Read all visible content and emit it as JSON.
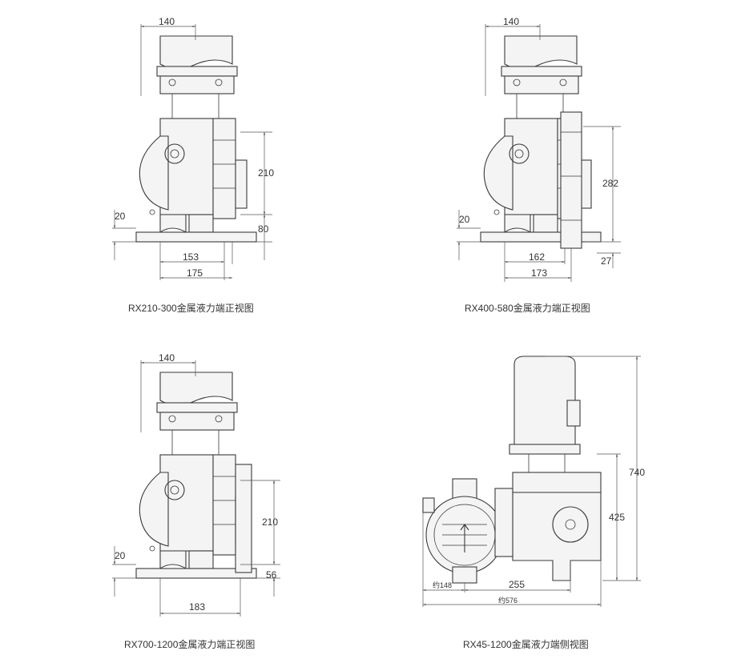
{
  "captions": {
    "view1": "RX210-300金属液力端正视图",
    "view2": "RX400-580金属液力端正视图",
    "view3": "RX700-1200金属液力端正视图",
    "view4": "RX45-1200金属液力端侧视图"
  },
  "view1": {
    "width_top": "140",
    "height_mid": "210",
    "height_low": "80",
    "height_base": "20",
    "width_153": "153",
    "width_175": "175"
  },
  "view2": {
    "width_top": "140",
    "height_mid": "282",
    "height_low": "27",
    "height_base": "20",
    "width_162": "162",
    "width_173": "173"
  },
  "view3": {
    "width_top": "140",
    "height_mid": "210",
    "height_low": "56",
    "height_base": "20",
    "width_183": "183"
  },
  "view4": {
    "height_total": "740",
    "height_425": "425",
    "width_148": "约148",
    "width_255": "255",
    "width_576": "约576"
  }
}
